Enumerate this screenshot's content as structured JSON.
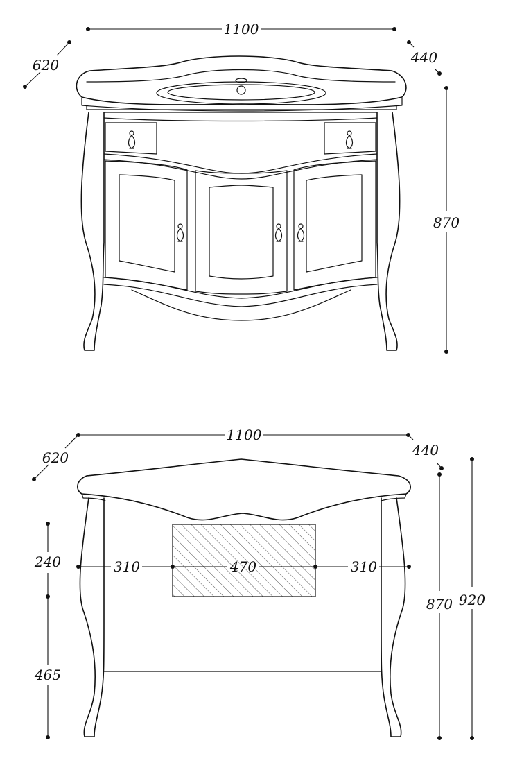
{
  "front_view": {
    "width": "1100",
    "depth_top": "620",
    "depth_base": "440",
    "height": "870"
  },
  "back_view": {
    "width": "1100",
    "depth_top": "620",
    "depth_base": "440",
    "height_cabinet": "870",
    "height_total": "920",
    "upper_offset": "240",
    "lower_offset": "465",
    "left_span": "310",
    "center_span": "470",
    "right_span": "310"
  },
  "colors": {
    "line": "#111111",
    "background": "#ffffff"
  }
}
